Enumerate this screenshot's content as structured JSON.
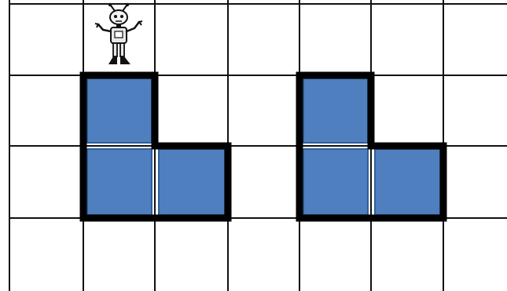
{
  "grid": {
    "rows": 4,
    "cols": 7,
    "line_color": "#111111",
    "background": "#ffffff"
  },
  "cell_fill": "#4f7fbe",
  "cell_stroke": "#2e5f99",
  "outline_color": "#000000",
  "shapes": [
    {
      "name": "l-shape-left",
      "cells": [
        [
          1,
          1
        ],
        [
          2,
          1
        ],
        [
          2,
          2
        ]
      ]
    },
    {
      "name": "l-shape-right",
      "cells": [
        [
          1,
          4
        ],
        [
          2,
          4
        ],
        [
          2,
          5
        ]
      ]
    }
  ],
  "robot": {
    "icon": "robot-icon",
    "row": 0,
    "col": 1
  }
}
